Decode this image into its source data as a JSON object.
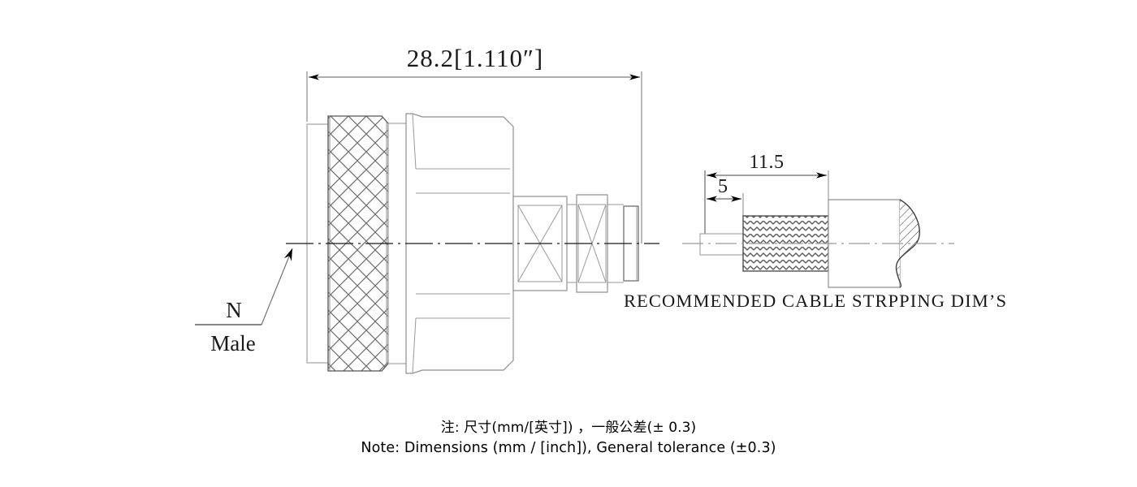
{
  "drawing": {
    "part_label": {
      "top": "N",
      "bottom": "Male"
    },
    "main_dimension": "28.2[1.110″]",
    "detail": {
      "caption": "RECOMMENDED CABLE STRPPING DIM’S",
      "dimension_total": "11.5",
      "dimension_center": "5"
    },
    "colors": {
      "line": "#1a1a1a",
      "thin_line": "#808080",
      "hatch": "#666666",
      "background": "#ffffff",
      "text": "#000000"
    }
  },
  "notes": {
    "line_cn": "注: 尺寸(mm/[英寸) ，一般公差(± 0.3)",
    "line_cn_display": "注: 尺寸(mm/[英寸]) ，一般公差(± 0.3)",
    "line_en": "Note: Dimensions (mm / [inch]), General tolerance (±0.3)"
  }
}
